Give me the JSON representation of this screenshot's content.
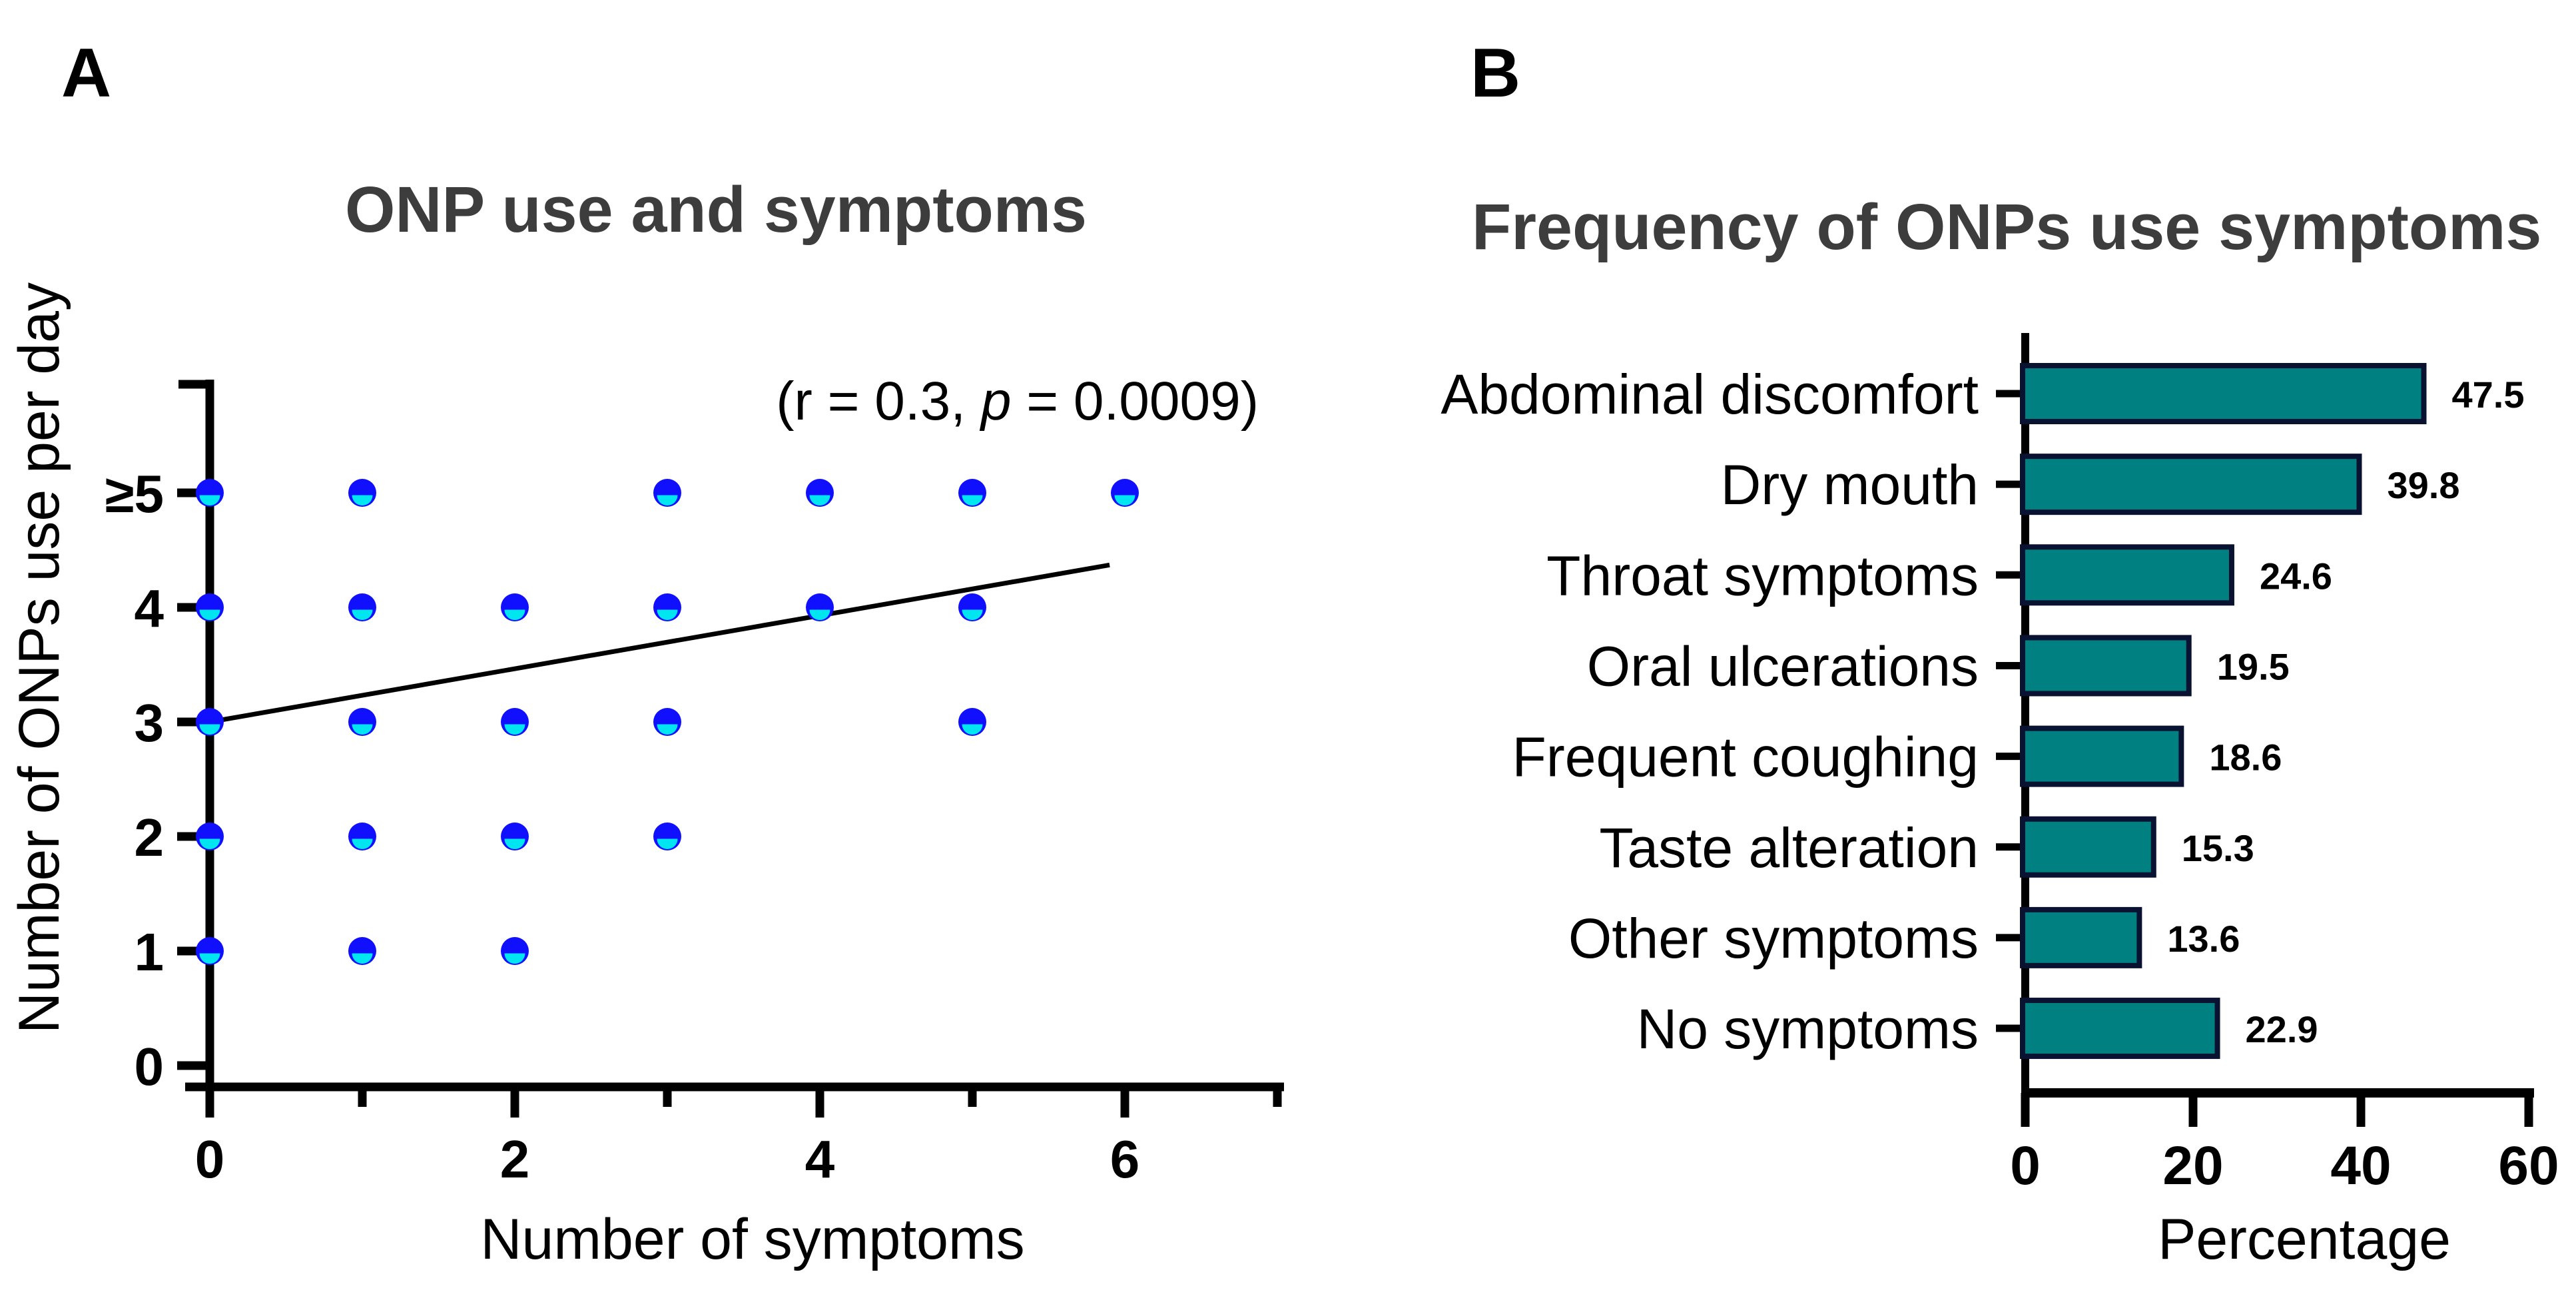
{
  "panels": {
    "a": {
      "letter": "A"
    },
    "b": {
      "letter": "B"
    }
  },
  "colors": {
    "background": "#ffffff",
    "axis": "#000000",
    "title_gray": "#3d3d3d",
    "marker_blue": "#1010ff",
    "marker_cyan": "#00e6f0",
    "bar_fill": "#008080",
    "bar_border": "#0a1232",
    "text": "#000000"
  },
  "chart_data": [
    {
      "type": "scatter",
      "panel": "A",
      "title": "ONP use and symptoms",
      "xlabel": "Number of symptoms",
      "ylabel": "Number of ONPs use per day",
      "annotation": {
        "prefix": "(r = 0.3, ",
        "p_symbol": "p",
        "suffix": " = 0.0009)",
        "r": 0.3,
        "p_value": 0.0009
      },
      "xlim": [
        0,
        7
      ],
      "ylim": [
        0,
        6
      ],
      "x_ticks": [
        0,
        1,
        2,
        3,
        4,
        5,
        6,
        7
      ],
      "x_major_ticks": [
        0,
        2,
        4,
        6
      ],
      "x_tick_labels": [
        "0",
        "2",
        "4",
        "6"
      ],
      "y_ticks": [
        0,
        1,
        2,
        3,
        4,
        5
      ],
      "y_tick_labels": [
        "0",
        "1",
        "2",
        "3",
        "4",
        "≥5"
      ],
      "points": [
        [
          0,
          1
        ],
        [
          1,
          1
        ],
        [
          2,
          1
        ],
        [
          0,
          2
        ],
        [
          1,
          2
        ],
        [
          2,
          2
        ],
        [
          3,
          2
        ],
        [
          0,
          3
        ],
        [
          1,
          3
        ],
        [
          2,
          3
        ],
        [
          3,
          3
        ],
        [
          5,
          3
        ],
        [
          0,
          4
        ],
        [
          1,
          4
        ],
        [
          2,
          4
        ],
        [
          3,
          4
        ],
        [
          4,
          4
        ],
        [
          5,
          4
        ],
        [
          0,
          5
        ],
        [
          1,
          5
        ],
        [
          3,
          5
        ],
        [
          4,
          5
        ],
        [
          5,
          5
        ],
        [
          6,
          5
        ]
      ],
      "regression_line": {
        "x1": 0,
        "y1": 3.0,
        "x2": 5.9,
        "y2": 4.37
      },
      "grid": false,
      "legend": null
    },
    {
      "type": "bar",
      "panel": "B",
      "orientation": "horizontal",
      "title": "Frequency of ONPs use symptoms",
      "xlabel": "Percentage",
      "categories": [
        "Abdominal discomfort",
        "Dry mouth",
        "Throat symptoms",
        "Oral ulcerations",
        "Frequent coughing",
        "Taste alteration",
        "Other symptoms",
        "No symptoms"
      ],
      "values": [
        47.5,
        39.8,
        24.6,
        19.5,
        18.6,
        15.3,
        13.6,
        22.9
      ],
      "value_labels": [
        "47.5",
        "39.8",
        "24.6",
        "19.5",
        "18.6",
        "15.3",
        "13.6",
        "22.9"
      ],
      "xlim": [
        0,
        60
      ],
      "x_ticks": [
        0,
        20,
        40,
        60
      ],
      "x_tick_labels": [
        "0",
        "20",
        "40",
        "60"
      ],
      "grid": false,
      "legend": null
    }
  ]
}
